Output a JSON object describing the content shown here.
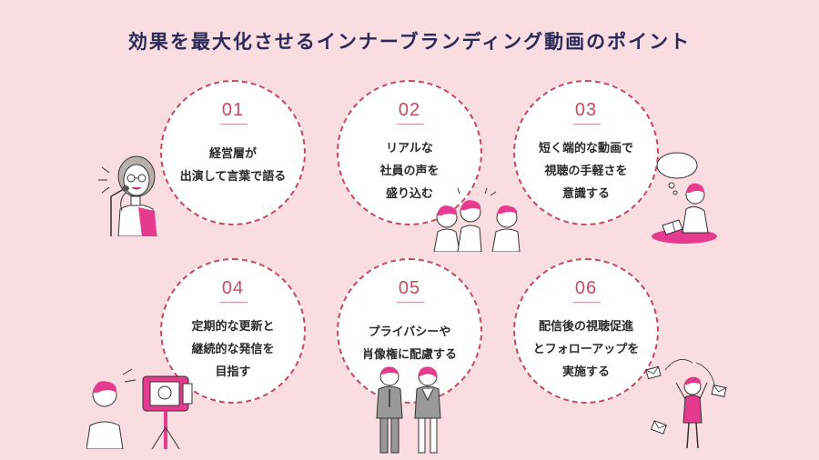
{
  "title": "効果を最大化させるインナーブランディング動画のポイント",
  "points": [
    {
      "number": "01",
      "lines": [
        "経営層が",
        "出演して言葉で語る"
      ]
    },
    {
      "number": "02",
      "lines": [
        "リアルな",
        "社員の声を",
        "盛り込む"
      ]
    },
    {
      "number": "03",
      "lines": [
        "短く端的な動画で",
        "視聴の手軽さを",
        "意識する"
      ]
    },
    {
      "number": "04",
      "lines": [
        "定期的な更新と",
        "継続的な発信を",
        "目指す"
      ]
    },
    {
      "number": "05",
      "lines": [
        "プライバシーや",
        "肖像権に配慮する"
      ]
    },
    {
      "number": "06",
      "lines": [
        "配信後の視聴促進",
        "とフォローアップを",
        "実施する"
      ]
    }
  ],
  "colors": {
    "background": "#f9dde0",
    "accent": "#c84a5a",
    "pink": "#e63a8f",
    "title": "#2a2a5a"
  }
}
